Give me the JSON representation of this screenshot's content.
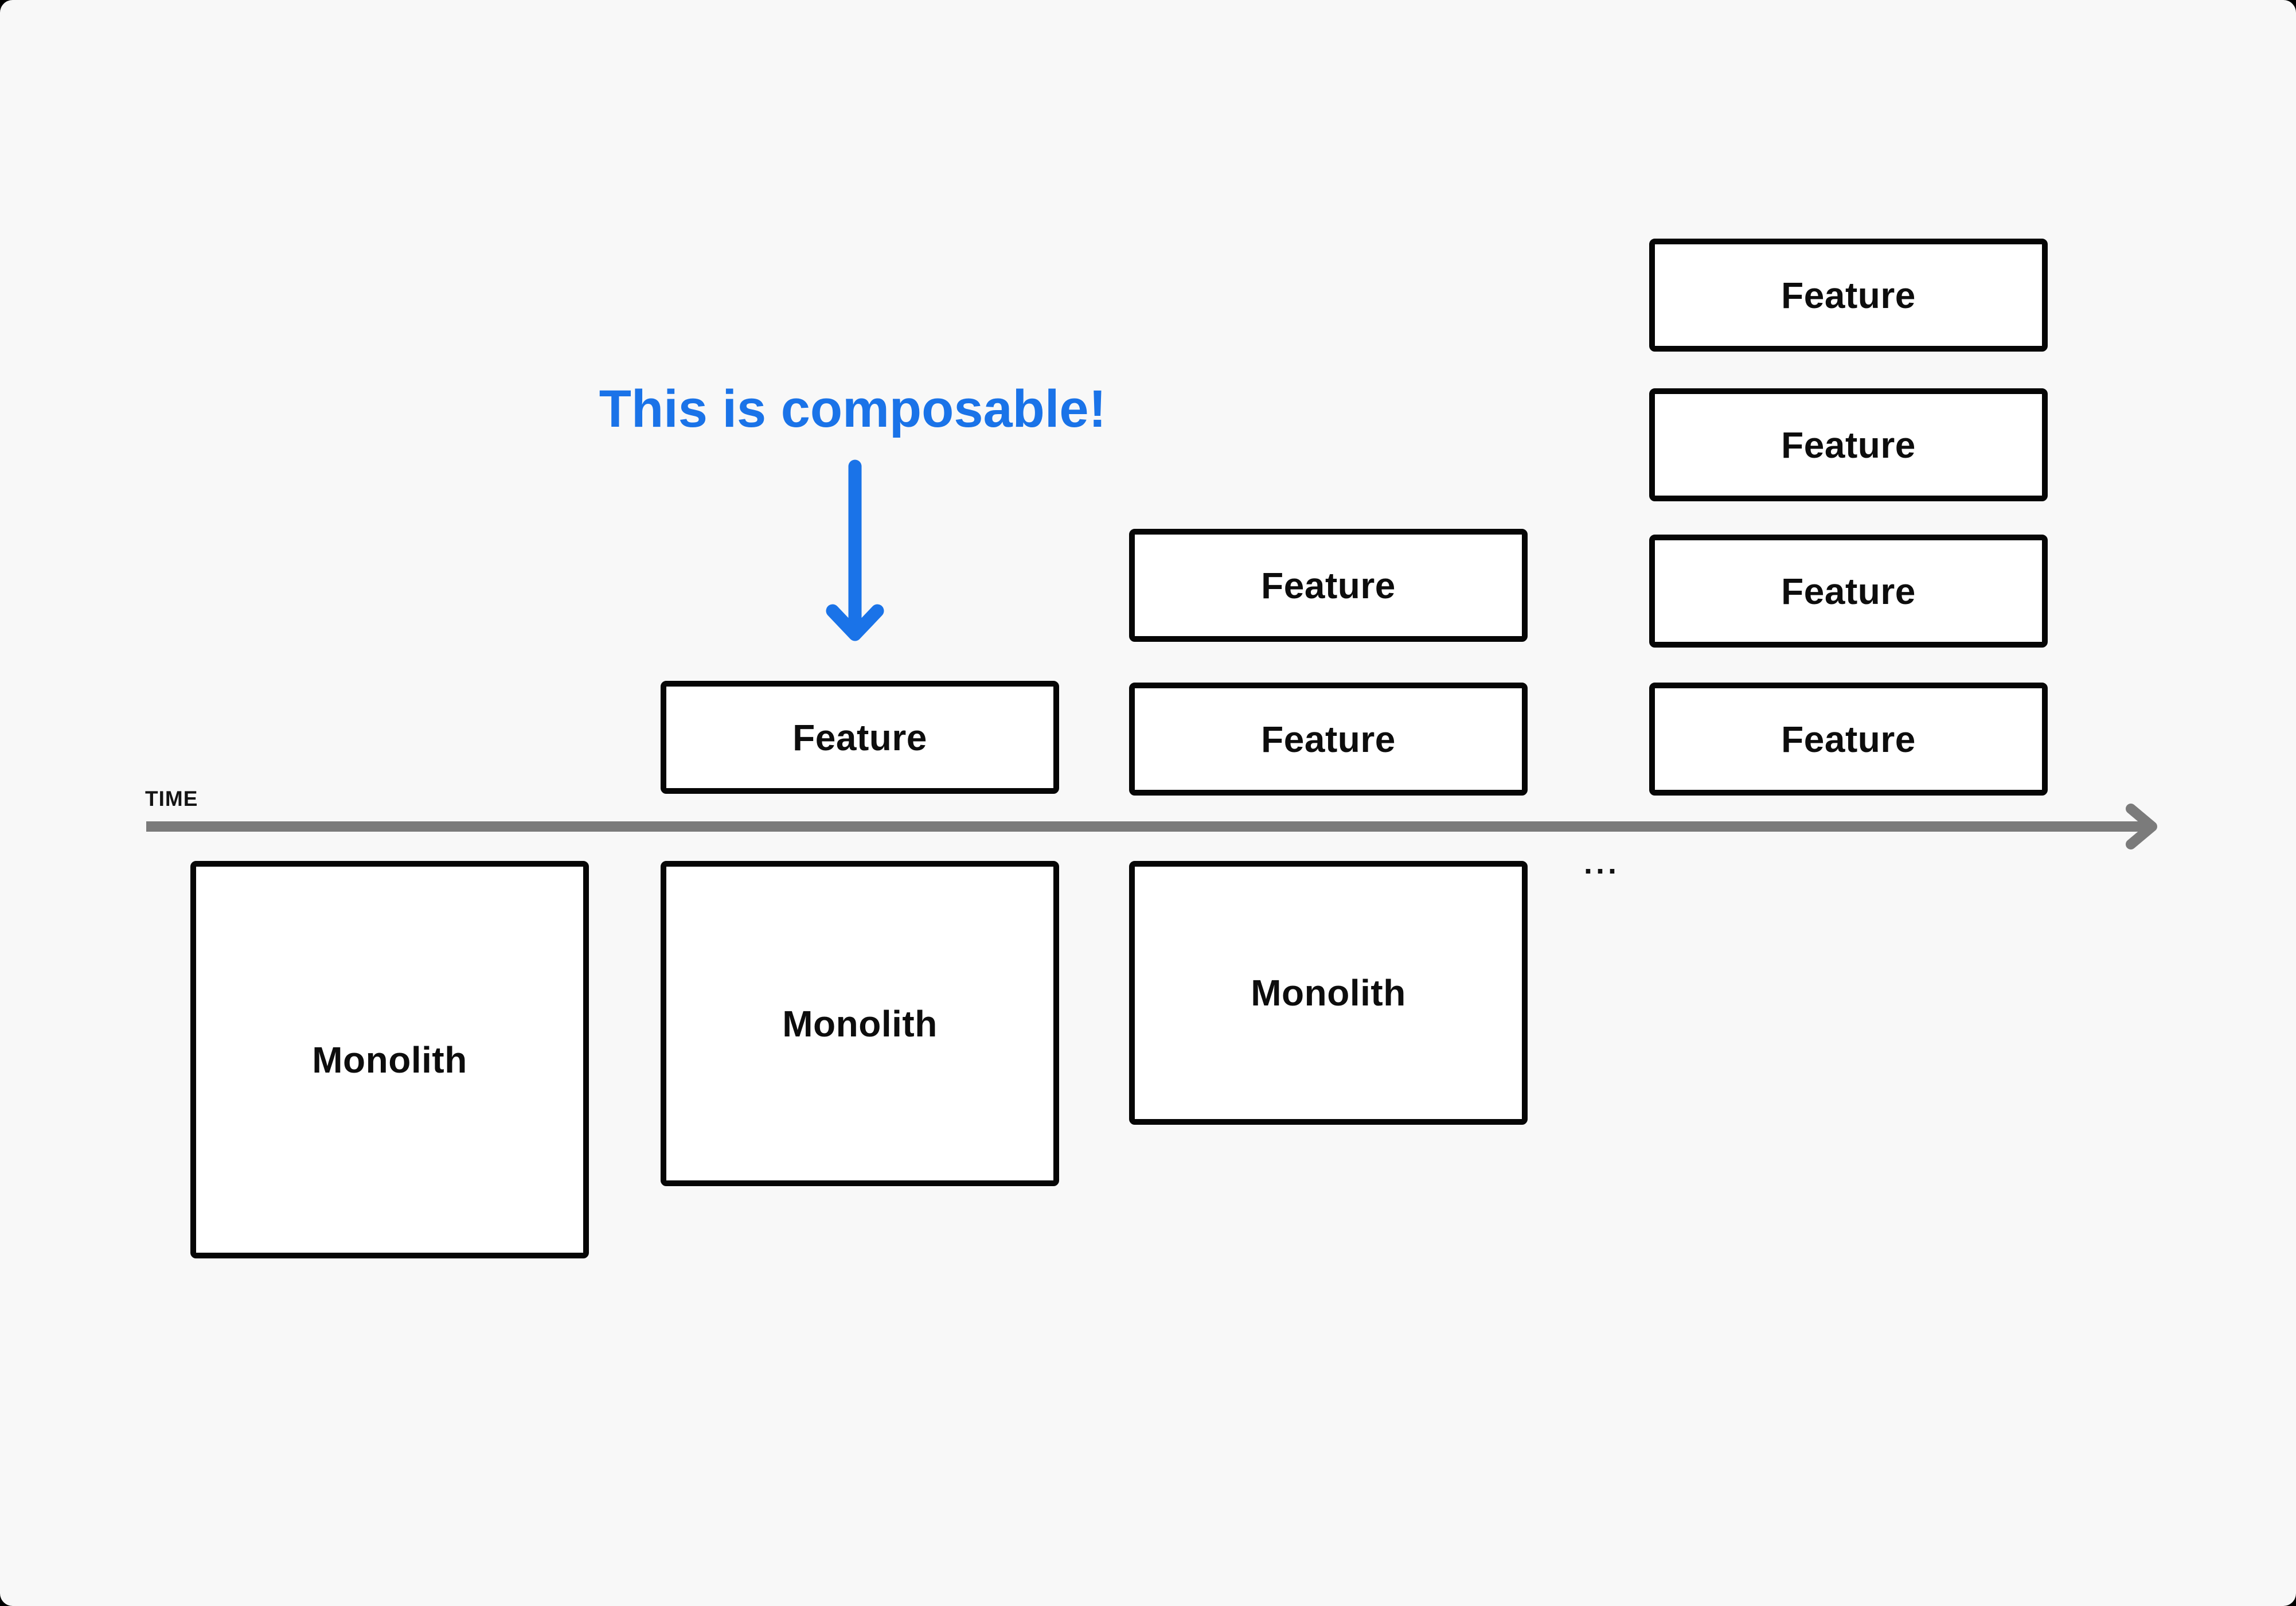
{
  "canvas": {
    "background": "#f8f8f8",
    "outer_background": "#000000"
  },
  "time_axis": {
    "label": "TIME",
    "label_color": "#141414",
    "line_color": "#7b7b7b"
  },
  "annotation": {
    "text": "This is composable!",
    "color": "#1a73e8",
    "arrow": "down-arrow pointing to first Feature box"
  },
  "ellipsis": {
    "text": "..."
  },
  "monoliths": [
    {
      "label": "Monolith"
    },
    {
      "label": "Monolith"
    },
    {
      "label": "Monolith"
    }
  ],
  "features": [
    {
      "label": "Feature"
    },
    {
      "label": "Feature"
    },
    {
      "label": "Feature"
    },
    {
      "label": "Feature"
    },
    {
      "label": "Feature"
    },
    {
      "label": "Feature"
    },
    {
      "label": "Feature"
    }
  ],
  "box_style": {
    "fill": "#ffffff",
    "border_color": "#060606",
    "text_color": "#0d0d0d"
  }
}
